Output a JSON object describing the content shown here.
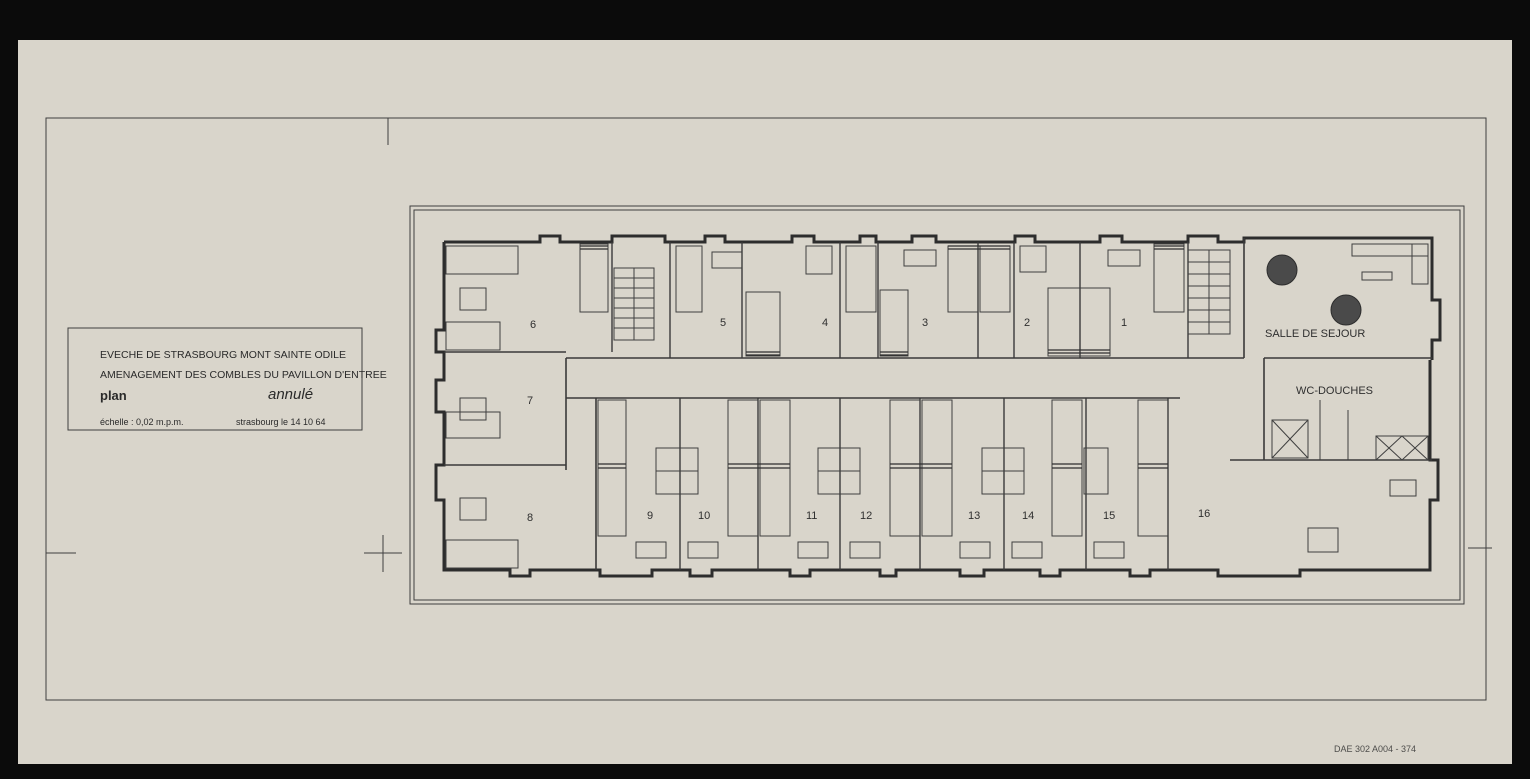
{
  "title_block": {
    "line1": "EVECHE DE STRASBOURG   MONT SAINTE ODILE",
    "line2": "AMENAGEMENT DES COMBLES DU PAVILLON D'ENTREE",
    "plan_label": "plan",
    "handwritten_note": "annulé",
    "scale": "échelle : 0,02 m.p.m.",
    "place_date": "strasbourg le 14 10 64"
  },
  "rooms": {
    "r1": "1",
    "r2": "2",
    "r3": "3",
    "r4": "4",
    "r5": "5",
    "r6": "6",
    "r7": "7",
    "r8": "8",
    "r9": "9",
    "r10": "10",
    "r11": "11",
    "r12": "12",
    "r13": "13",
    "r14": "14",
    "r15": "15",
    "r16": "16",
    "salle": "SALLE DE SEJOUR",
    "wc": "WC-DOUCHES"
  },
  "archive_stamp": "DAE 302 A004 - 374"
}
